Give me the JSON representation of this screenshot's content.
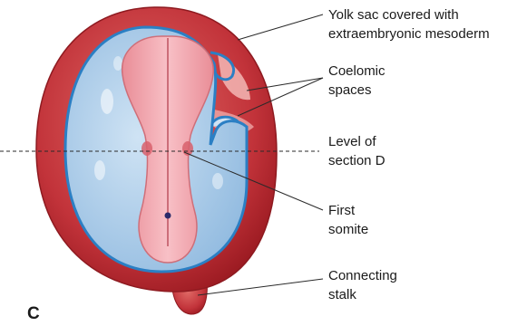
{
  "panel_letter": "C",
  "labels": {
    "yolk_sac": [
      "Yolk sac covered with",
      "extraembryonic mesoderm"
    ],
    "coelomic": [
      "Coelomic",
      "spaces"
    ],
    "level": [
      "Level of",
      "section D"
    ],
    "somite": [
      "First",
      "somite"
    ],
    "stalk": [
      "Connecting",
      "stalk"
    ]
  },
  "colors": {
    "chorion": "#b0232a",
    "chorion_inner": "#d9625f",
    "amnion_line": "#2b7fc4",
    "amniotic_fluid": "#a9cbe8",
    "embryo": "#f0a0a8",
    "embryo_edge": "#d0707a",
    "coelom": "#f3b7b5",
    "leader": "#2a2a2a"
  }
}
